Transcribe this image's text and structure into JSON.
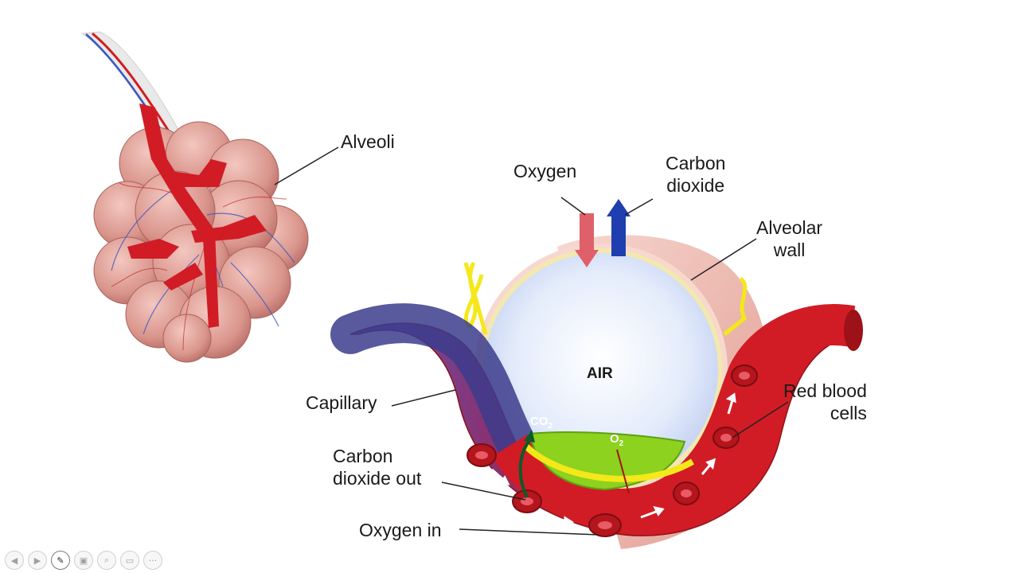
{
  "labels": {
    "alveoli": "Alveoli",
    "oxygen": "Oxygen",
    "carbon_dioxide": [
      "Carbon",
      "dioxide"
    ],
    "alveolar_wall": [
      "Alveolar",
      "wall"
    ],
    "air": "AIR",
    "capillary": "Capillary",
    "red_blood_cells": [
      "Red blood",
      "cells"
    ],
    "carbon_dioxide_out": [
      "Carbon",
      "dioxide out"
    ],
    "oxygen_in": "Oxygen in",
    "co2": "CO",
    "co2_sub": "2",
    "o2": "O",
    "o2_sub": "2"
  },
  "colors": {
    "oxygenated_blood": "#d11c25",
    "deoxygenated_blood": "#4a4fa3",
    "oxygen_arrow": "#e0606a",
    "co2_arrow": "#1f3fb0",
    "alveolus_tissue": "#e8a8a0",
    "gas_exchange": "#8cd21e",
    "membrane_yellow": "#f4e81a"
  },
  "toolbar": {
    "buttons": [
      {
        "icon": "previous-icon",
        "glyph": "◀"
      },
      {
        "icon": "next-icon",
        "glyph": "▶"
      },
      {
        "icon": "pen-icon",
        "glyph": "✎"
      },
      {
        "icon": "slides-icon",
        "glyph": "▣"
      },
      {
        "icon": "zoom-icon",
        "glyph": "⌕"
      },
      {
        "icon": "subtitles-icon",
        "glyph": "▭"
      },
      {
        "icon": "more-icon",
        "glyph": "···"
      }
    ]
  }
}
